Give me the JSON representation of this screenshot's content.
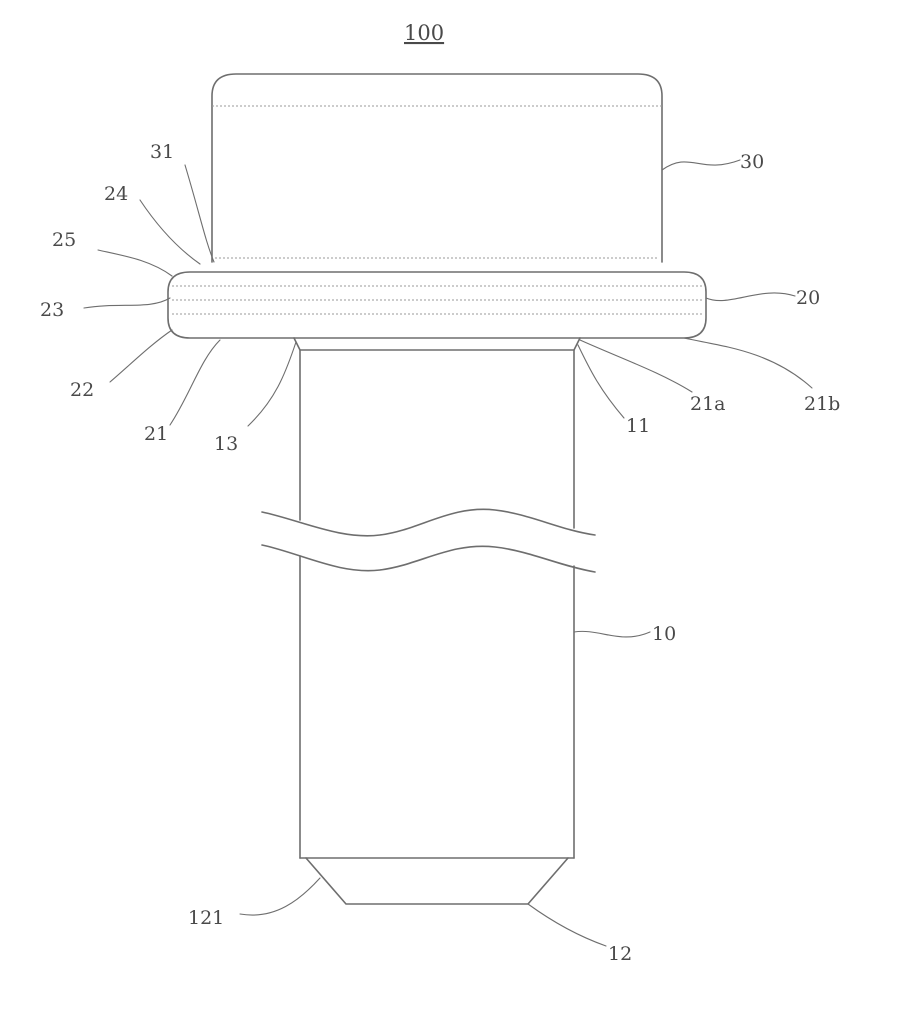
{
  "figure": {
    "title": "100",
    "labels": {
      "l30": "30",
      "l31": "31",
      "l24": "24",
      "l25": "25",
      "l23": "23",
      "l20": "20",
      "l22": "22",
      "l21": "21",
      "l13": "13",
      "l11": "11",
      "l21a": "21a",
      "l21b": "21b",
      "l10": "10",
      "l121": "121",
      "l12": "12"
    }
  }
}
